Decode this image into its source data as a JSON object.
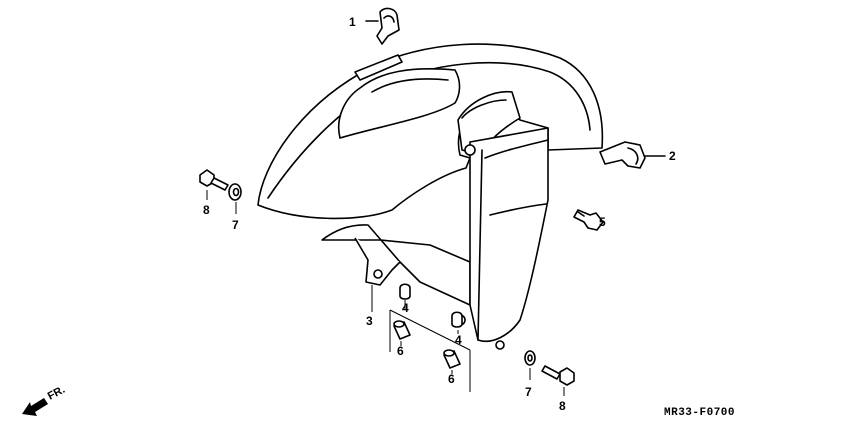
{
  "callouts": {
    "c1": "1",
    "c2": "2",
    "c3": "3",
    "c4a": "4",
    "c4b": "4",
    "c5": "5",
    "c6a": "6",
    "c6b": "6",
    "c7a": "7",
    "c7b": "7",
    "c8a": "8",
    "c8b": "8"
  },
  "direction_label": "FR.",
  "diagram_code": "MR33-F0700"
}
